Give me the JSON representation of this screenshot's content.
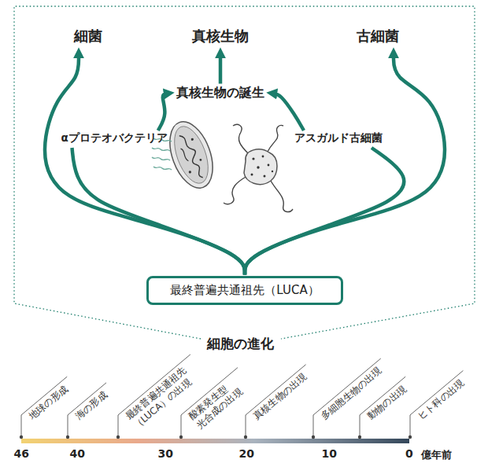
{
  "diagram": {
    "title": "細胞の進化",
    "nodes": [
      {
        "text": [
          "細菌"
        ]
      },
      {
        "text": [
          "真核生物"
        ]
      },
      {
        "text": [
          "古細菌"
        ]
      },
      {
        "text": [
          "真核生物の誕生"
        ]
      },
      {
        "text": [
          "αプロテオバクテリア"
        ]
      },
      {
        "text": [
          "アスガルド古細菌"
        ]
      },
      {
        "text": [
          "最終普遍共通祖先（LUCA）"
        ]
      }
    ],
    "edges": [
      {
        "from": 6,
        "to": 0,
        "arrow": "to"
      },
      {
        "from": 6,
        "to": 2,
        "arrow": "to"
      },
      {
        "from": 6,
        "to": 4,
        "arrow": "none"
      },
      {
        "from": 6,
        "to": 5,
        "arrow": "none"
      },
      {
        "from": 4,
        "to": 3,
        "arrow": "to"
      },
      {
        "from": 5,
        "to": 3,
        "arrow": "to"
      },
      {
        "from": 3,
        "to": 1,
        "arrow": "to"
      }
    ],
    "labels": [
      "地球の形成",
      "海の形成",
      "最終普遍共通祖先 （LUCA）の出現",
      "酸素発生型 光合成の出現",
      "真核生物の出現",
      "多細胞生物の出現",
      "動物の出現",
      "ヒト科の出現",
      "46",
      "40",
      "30",
      "20",
      "10",
      "0",
      "億年前"
    ]
  }
}
